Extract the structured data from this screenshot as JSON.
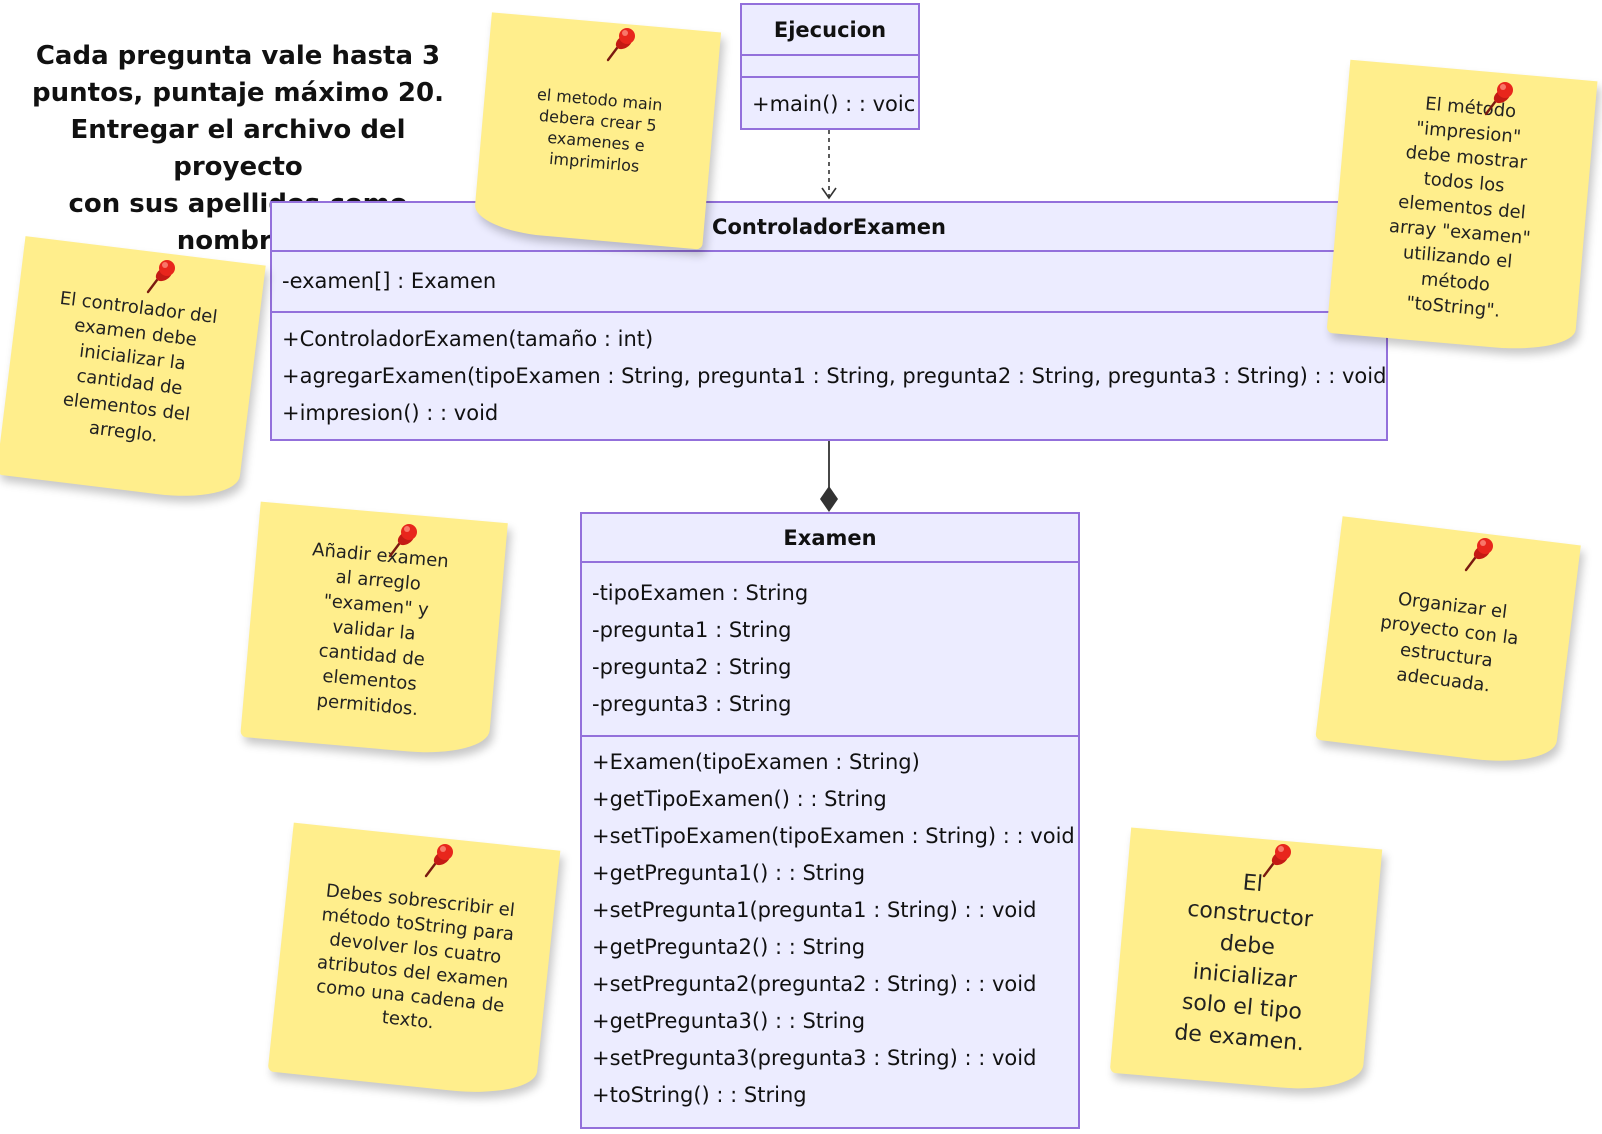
{
  "instructions": {
    "lines": [
      "Cada pregunta vale hasta 3",
      "puntos, puntaje máximo 20.",
      "Entregar el archivo del proyecto",
      "con sus apellidos como nombre."
    ]
  },
  "classes": {
    "ejecucion": {
      "name": "Ejecucion",
      "attributes": [],
      "methods": [
        "+main() : : voic"
      ]
    },
    "controlador": {
      "name": "ControladorExamen",
      "attributes": [
        "-examen[] : Examen"
      ],
      "methods": [
        "+ControladorExamen(tamaño : int)",
        "+agregarExamen(tipoExamen : String, pregunta1 : String, pregunta2 : String, pregunta3 : String) : : void",
        "+impresion() : : void"
      ]
    },
    "examen": {
      "name": "Examen",
      "attributes": [
        "-tipoExamen : String",
        "-pregunta1 : String",
        "-pregunta2 : String",
        "-pregunta3 : String"
      ],
      "methods": [
        "+Examen(tipoExamen : String)",
        "+getTipoExamen() : : String",
        "+setTipoExamen(tipoExamen : String) : : void",
        "+getPregunta1() : : String",
        "+setPregunta1(pregunta1 : String) : : void",
        "+getPregunta2() : : String",
        "+setPregunta2(pregunta2 : String) : : void",
        "+getPregunta3() : : String",
        "+setPregunta3(pregunta3 : String) : : void",
        "+toString() : : String"
      ]
    }
  },
  "notes": {
    "main": "el metodo main debera crear 5 examenes e imprimirlos",
    "impresion": "El método \"impresion\" debe mostrar todos los elementos del array \"examen\" utilizando el método \"toString\".",
    "controlador": "El controlador del examen debe inicializar la cantidad de elementos del arreglo.",
    "anadir": "Añadir examen al arreglo \"examen\" y validar la cantidad de elementos permitidos.",
    "organizar": "Organizar el proyecto con la estructura adecuada.",
    "tostring": "Debes sobrescribir el método toString para devolver los cuatro atributos del examen como una cadena de texto.",
    "constructor": "El constructor debe inicializar solo el tipo de examen."
  },
  "colors": {
    "class_fill": "#ececff",
    "class_border": "#9370db",
    "note_fill": "#ffee8c",
    "pin_red": "#e8261c",
    "connector": "#333333"
  },
  "icons": {
    "pin": "pushpin-icon",
    "dependency_arrow": "open-arrowhead",
    "composition": "filled-diamond"
  }
}
